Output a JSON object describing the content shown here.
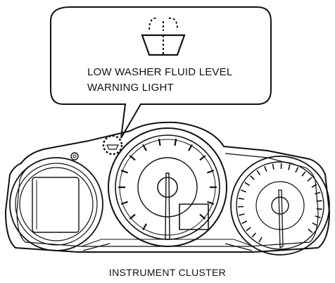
{
  "callout": {
    "line1": "LOW WASHER FLUID LEVEL",
    "line2": "WARNING LIGHT",
    "icon": "washer-fluid-warning-icon"
  },
  "caption": "INSTRUMENT CLUSTER",
  "colors": {
    "line": "#111111",
    "background": "#ffffff"
  }
}
